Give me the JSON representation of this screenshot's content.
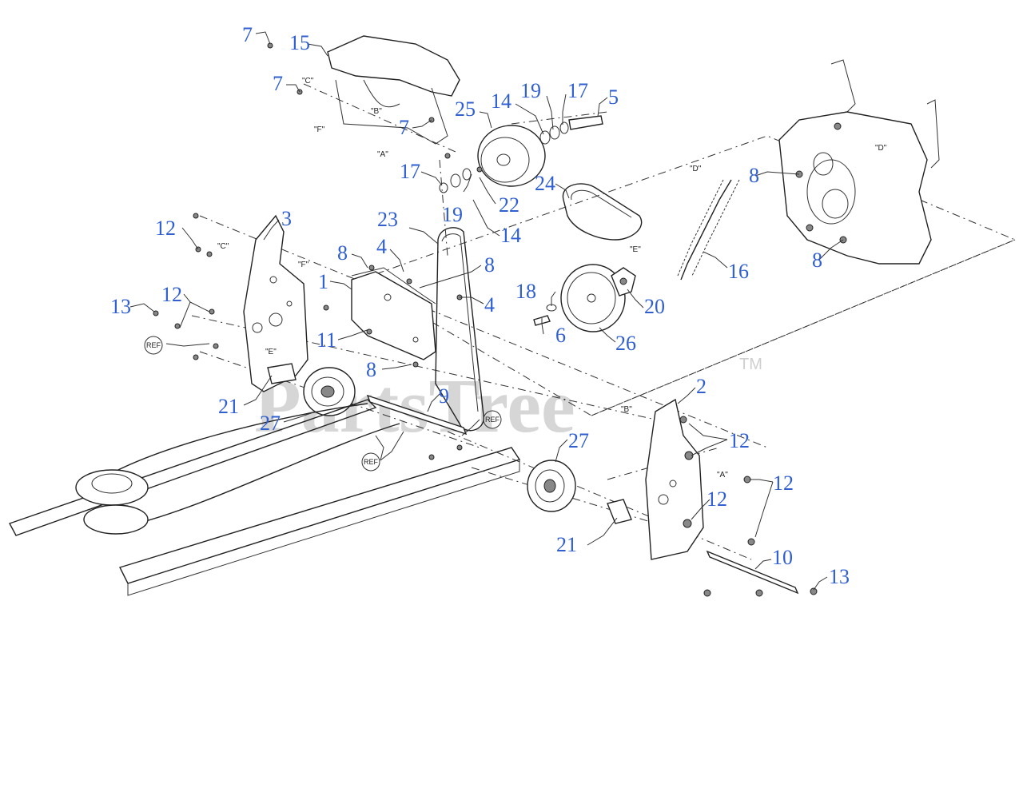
{
  "watermark": {
    "text": "PartsTree",
    "tm": "TM"
  },
  "callouts": [
    {
      "id": "c7a",
      "label": "7"
    },
    {
      "id": "c15",
      "label": "15"
    },
    {
      "id": "c7b",
      "label": "7"
    },
    {
      "id": "c7c",
      "label": "7"
    },
    {
      "id": "c25",
      "label": "25"
    },
    {
      "id": "c14a",
      "label": "14"
    },
    {
      "id": "c19a",
      "label": "19"
    },
    {
      "id": "c17a",
      "label": "17"
    },
    {
      "id": "c5",
      "label": "5"
    },
    {
      "id": "c17b",
      "label": "17"
    },
    {
      "id": "c22",
      "label": "22"
    },
    {
      "id": "c19b",
      "label": "19"
    },
    {
      "id": "c14b",
      "label": "14"
    },
    {
      "id": "c24",
      "label": "24"
    },
    {
      "id": "c8a",
      "label": "8"
    },
    {
      "id": "c8b",
      "label": "8"
    },
    {
      "id": "c12a",
      "label": "12"
    },
    {
      "id": "c3",
      "label": "3"
    },
    {
      "id": "c23",
      "label": "23"
    },
    {
      "id": "c4a",
      "label": "4"
    },
    {
      "id": "c8c",
      "label": "8"
    },
    {
      "id": "c8d",
      "label": "8"
    },
    {
      "id": "c1",
      "label": "1"
    },
    {
      "id": "c16",
      "label": "16"
    },
    {
      "id": "c12b",
      "label": "12"
    },
    {
      "id": "c18",
      "label": "18"
    },
    {
      "id": "c4b",
      "label": "4"
    },
    {
      "id": "c20",
      "label": "20"
    },
    {
      "id": "c13a",
      "label": "13"
    },
    {
      "id": "c6",
      "label": "6"
    },
    {
      "id": "c11",
      "label": "11"
    },
    {
      "id": "c26",
      "label": "26"
    },
    {
      "id": "c8e",
      "label": "8"
    },
    {
      "id": "c2",
      "label": "2"
    },
    {
      "id": "c21a",
      "label": "21"
    },
    {
      "id": "c9",
      "label": "9"
    },
    {
      "id": "c27a",
      "label": "27"
    },
    {
      "id": "c12c",
      "label": "12"
    },
    {
      "id": "c27b",
      "label": "27"
    },
    {
      "id": "c12d",
      "label": "12"
    },
    {
      "id": "c12e",
      "label": "12"
    },
    {
      "id": "c21b",
      "label": "21"
    },
    {
      "id": "c10",
      "label": "10"
    },
    {
      "id": "c13b",
      "label": "13"
    }
  ],
  "ref_labels": [
    {
      "id": "r1",
      "label": "REF"
    },
    {
      "id": "r2",
      "label": "REF"
    },
    {
      "id": "r3",
      "label": "REF"
    }
  ],
  "letter_labels": [
    {
      "id": "l1",
      "label": "\"C\""
    },
    {
      "id": "l2",
      "label": "\"B\""
    },
    {
      "id": "l3",
      "label": "\"F\""
    },
    {
      "id": "l4",
      "label": "\"A\""
    },
    {
      "id": "l5",
      "label": "\"D\""
    },
    {
      "id": "l6",
      "label": "\"D\""
    },
    {
      "id": "l7",
      "label": "\"C\""
    },
    {
      "id": "l8",
      "label": "\"F\""
    },
    {
      "id": "l9",
      "label": "\"E\""
    },
    {
      "id": "l10",
      "label": "\"E\""
    },
    {
      "id": "l11",
      "label": "\"B\""
    },
    {
      "id": "l12",
      "label": "\"A\""
    }
  ]
}
